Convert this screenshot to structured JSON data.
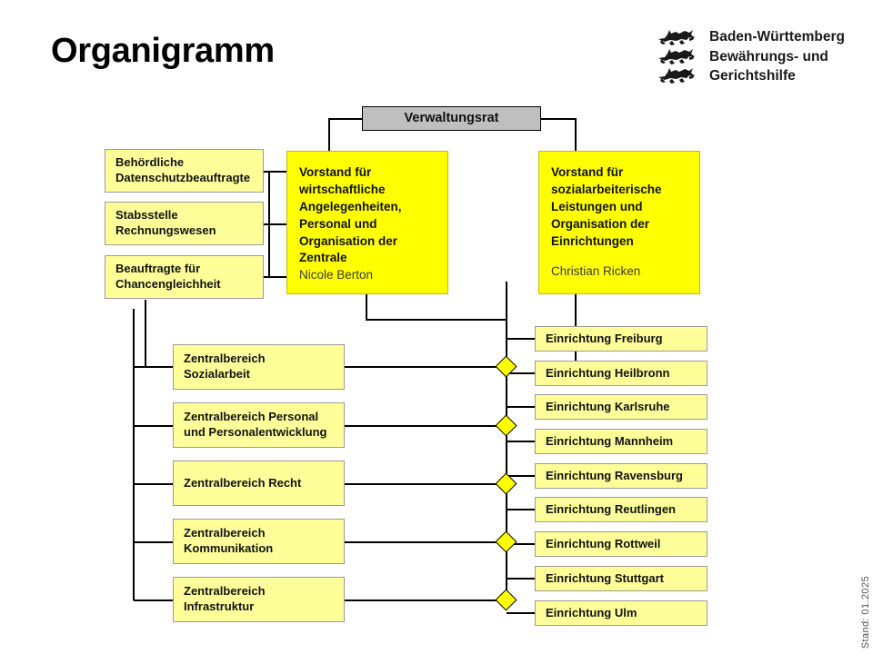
{
  "page": {
    "title": "Organigramm",
    "stand": "Stand: 01.2025"
  },
  "logo": {
    "icon": "baden-wuerttemberg-three-lions-crest",
    "line1": "Baden-Württemberg",
    "line2": "Bewährungs- und",
    "line3": "Gerichtshilfe"
  },
  "colors": {
    "board_vivid": "#ffff00",
    "unit_pale": "#ffff99",
    "council_gray": "#bfbfbf",
    "line": "#000000",
    "border_pale": "#9a9a9a"
  },
  "chart": {
    "council": {
      "label": "Verwaltungsrat"
    },
    "boards": [
      {
        "id": "board-wirtschaft",
        "title": "Vorstand für wirtschaftliche Angelegenheiten, Personal und Organisation der Zentrale",
        "person": "Nicole Berton"
      },
      {
        "id": "board-sozial",
        "title": "Vorstand für sozialarbeiterische Leistungen und Organisation der Einrichtungen",
        "person": "Christian Ricken"
      }
    ],
    "staff_units": [
      {
        "id": "staff-datenschutz",
        "label": "Behördliche Datenschutzbeauftragte"
      },
      {
        "id": "staff-rechnungswesen",
        "label": "Stabsstelle Rechnungswesen"
      },
      {
        "id": "staff-chancengleichheit",
        "label": "Beauftragte für Chancengleichheit"
      }
    ],
    "central_areas": [
      {
        "id": "zb-sozialarbeit",
        "label": "Zentralbereich Sozialarbeit"
      },
      {
        "id": "zb-personal",
        "label": "Zentralbereich Personal und Personalentwicklung"
      },
      {
        "id": "zb-recht",
        "label": "Zentralbereich Recht"
      },
      {
        "id": "zb-kommunikation",
        "label": "Zentralbereich Kommunikation"
      },
      {
        "id": "zb-infrastruktur",
        "label": "Zentralbereich Infrastruktur"
      }
    ],
    "facilities": [
      {
        "id": "ei-freiburg",
        "label": "Einrichtung Freiburg"
      },
      {
        "id": "ei-heilbronn",
        "label": "Einrichtung Heilbronn"
      },
      {
        "id": "ei-karlsruhe",
        "label": "Einrichtung Karlsruhe"
      },
      {
        "id": "ei-mannheim",
        "label": "Einrichtung Mannheim"
      },
      {
        "id": "ei-ravensburg",
        "label": "Einrichtung Ravensburg"
      },
      {
        "id": "ei-reutlingen",
        "label": "Einrichtung Reutlingen"
      },
      {
        "id": "ei-rottweil",
        "label": "Einrichtung Rottweil"
      },
      {
        "id": "ei-stuttgart",
        "label": "Einrichtung Stuttgart"
      },
      {
        "id": "ei-ulm",
        "label": "Einrichtung Ulm"
      }
    ]
  }
}
